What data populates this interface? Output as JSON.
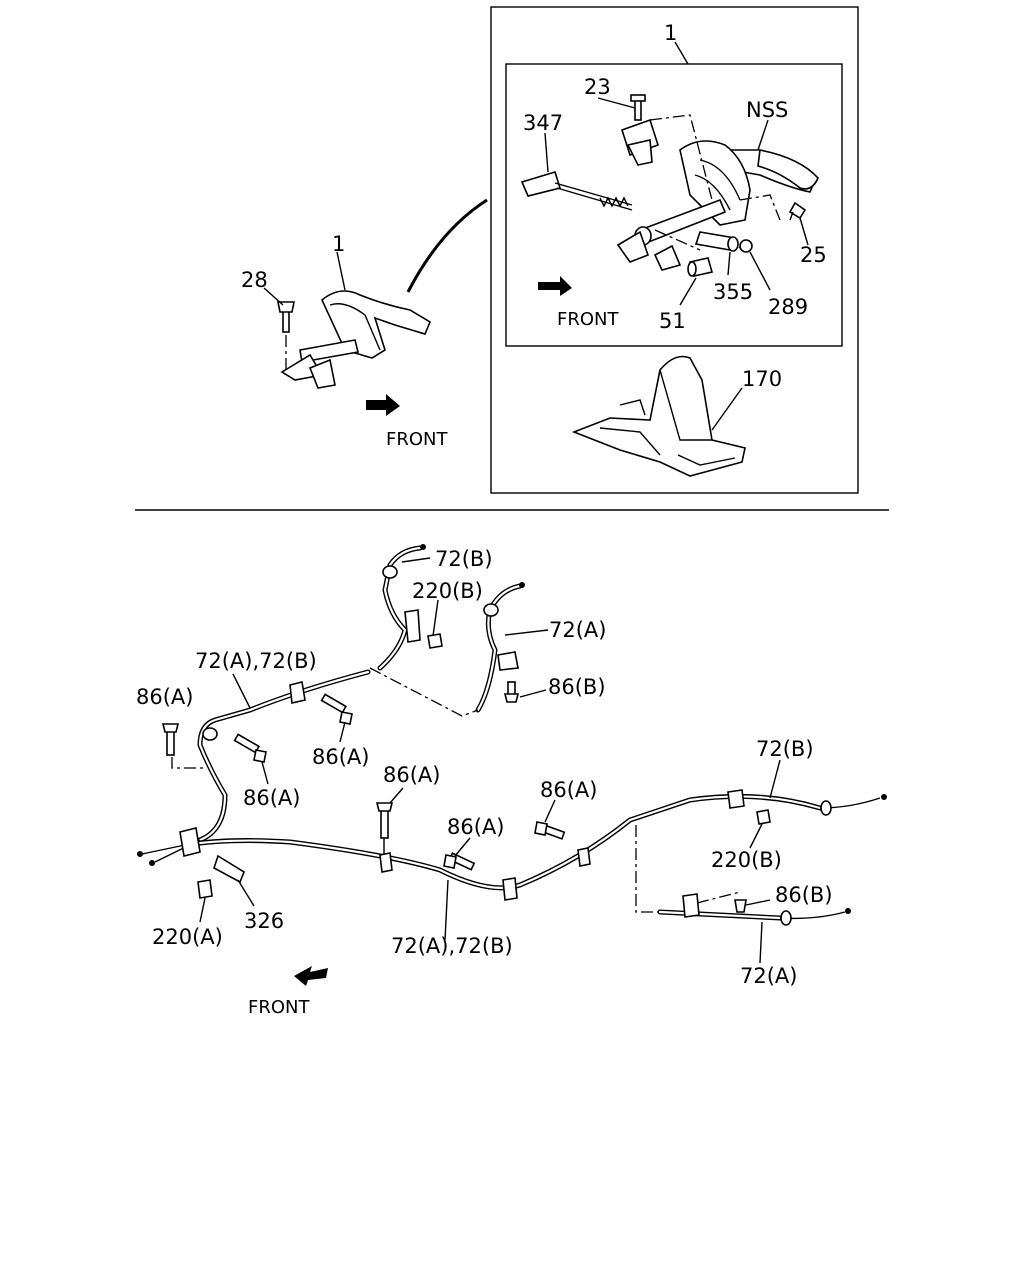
{
  "labels": {
    "assembly_1_inset": "1",
    "assembly_1_left": "1",
    "p23": "23",
    "p347": "347",
    "nss": "NSS",
    "p25": "25",
    "p355": "355",
    "p289": "289",
    "p51": "51",
    "p28": "28",
    "p170": "170",
    "front_inset": "FRONT",
    "front_left": "FRONT",
    "front_bottom": "FRONT",
    "c72b_top": "72(B)",
    "n220b_top": "220(B)",
    "c72a_top": "72(A)",
    "c72ab_left": "72(A),72(B)",
    "b86b_top": "86(B)",
    "b86a_left": "86(A)",
    "b86a_mid1": "86(A)",
    "b86a_mid2": "86(A)",
    "b86a_center": "86(A)",
    "b86a_center2": "86(A)",
    "b86a_right": "86(A)",
    "c72b_right": "72(B)",
    "n220b_right": "220(B)",
    "b86b_right": "86(B)",
    "c72a_right": "72(A)",
    "n220a_left": "220(A)",
    "p326": "326",
    "c72ab_bottom": "72(A),72(B)"
  }
}
